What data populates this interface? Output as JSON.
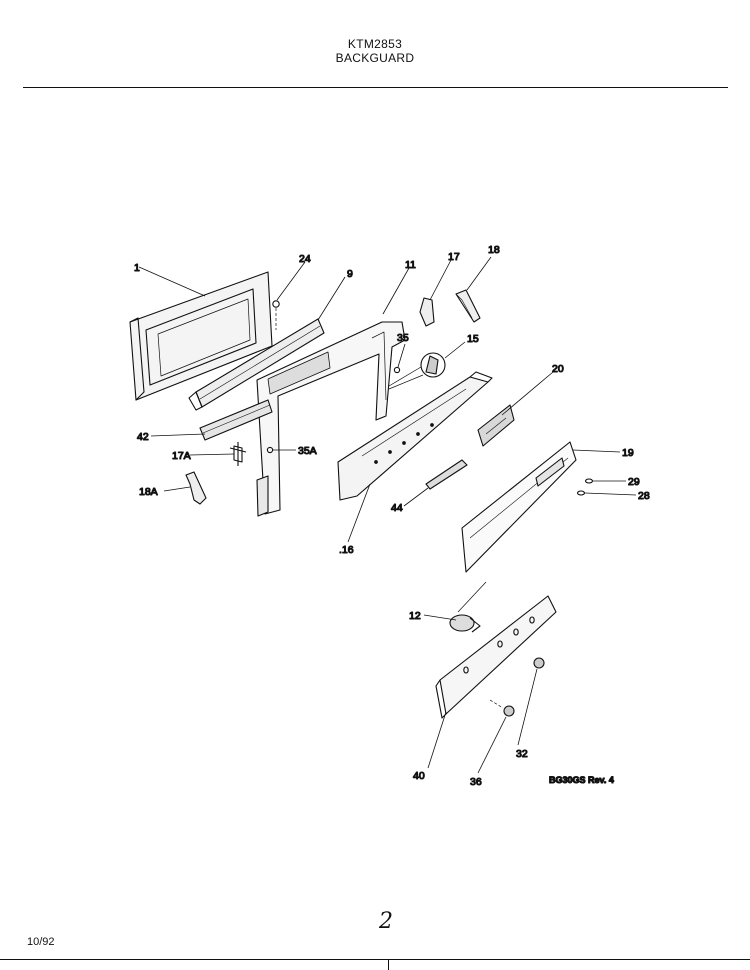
{
  "header": {
    "model": "KTM2853",
    "section": "BACKGUARD"
  },
  "footer": {
    "date": "10/92",
    "drawing_ref": "BG30GS Rev. 4",
    "page_mark": "2"
  },
  "callouts": {
    "p1": "1",
    "p24": "24",
    "p9": "9",
    "p11": "11",
    "p17": "17",
    "p18": "18",
    "p35": "35",
    "p15": "15",
    "p20": "20",
    "p42": "42",
    "p17a": "17A",
    "p35a": "35A",
    "p19": "19",
    "p29": "29",
    "p28": "28",
    "p18a": "18A",
    "p44": "44",
    "p16": ".16",
    "p12": "12",
    "p32": "32",
    "p40": "40",
    "p36": "36"
  }
}
